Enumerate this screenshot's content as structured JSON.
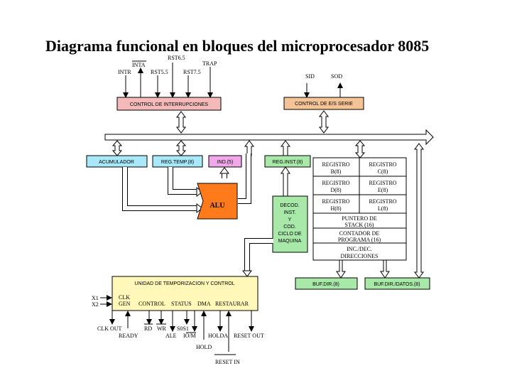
{
  "title": "Diagrama funcional en bloques del microprocesador 8085",
  "colors": {
    "interrupt_block": "#f4b9b9",
    "serial_block": "#f4c496",
    "register_blue": "#a8e8f8",
    "register_green": "#a8e8a8",
    "ind_block": "#f0a8e8",
    "alu": "#ff7a1a",
    "timing_block": "#fff8b8",
    "bus": "#ffffff"
  },
  "interrupts": {
    "intr": "INTR",
    "inta": "INTA",
    "rst55": "RST5.5",
    "rst65": "RST6.5",
    "rst75": "RST7.5",
    "trap": "TRAP",
    "block": "CONTROL DE INTERRUPCIONES"
  },
  "serial": {
    "sid": "SID",
    "sod": "SOD",
    "block": "CONTROL DE E/S SERIE"
  },
  "registers": {
    "acc": "ACUMULADOR",
    "temp": "REG.TEMP.(8)",
    "ind": "IND.(5)",
    "inst": "REG.INST.(8)",
    "alu": "ALU",
    "decoder": [
      "DECOD.",
      "INST.",
      "Y",
      "COD.",
      "CICLO DE",
      "MAQUINA"
    ]
  },
  "regfile": {
    "b": [
      "REGISTRO",
      "B(8)"
    ],
    "c": [
      "REGISTRO",
      "C(8)"
    ],
    "d": [
      "REGISTRO",
      "D(8)"
    ],
    "e": [
      "REGISTRO",
      "E(8)"
    ],
    "h": [
      "REGISTRO",
      "H(8)"
    ],
    "l": [
      "REGISTRO",
      "L(8)"
    ],
    "sp": [
      "PUNTERO DE",
      "STACK (16)"
    ],
    "pc": [
      "CONTADOR DE",
      "PROGRAMA (16)"
    ],
    "inc": [
      "INC./DEC.",
      "DIRECCIONES"
    ]
  },
  "buffers": {
    "addr": "BUF.DIR.(8)",
    "data": "BUF.DIR./DATOS.(8)"
  },
  "timing": {
    "block": "UNIDAD DE TEMPORIZACION Y CONTROL",
    "clk": "CLK",
    "gen": "GEN",
    "control": "CONTROL",
    "status": "STATUS",
    "dma": "DMA",
    "restaurar": "RESTAURAR",
    "x1": "X1",
    "x2": "X2"
  },
  "signals": {
    "clk_out": "CLK OUT",
    "ready": "READY",
    "rd": "RD",
    "wr": "WR",
    "ale": "ALE",
    "s0s1": "S0S1",
    "io_m": "IO/M",
    "holda": "HOLDA",
    "reset_out": "RESET OUT",
    "hold": "HOLD",
    "reset_in": "RESET IN"
  }
}
